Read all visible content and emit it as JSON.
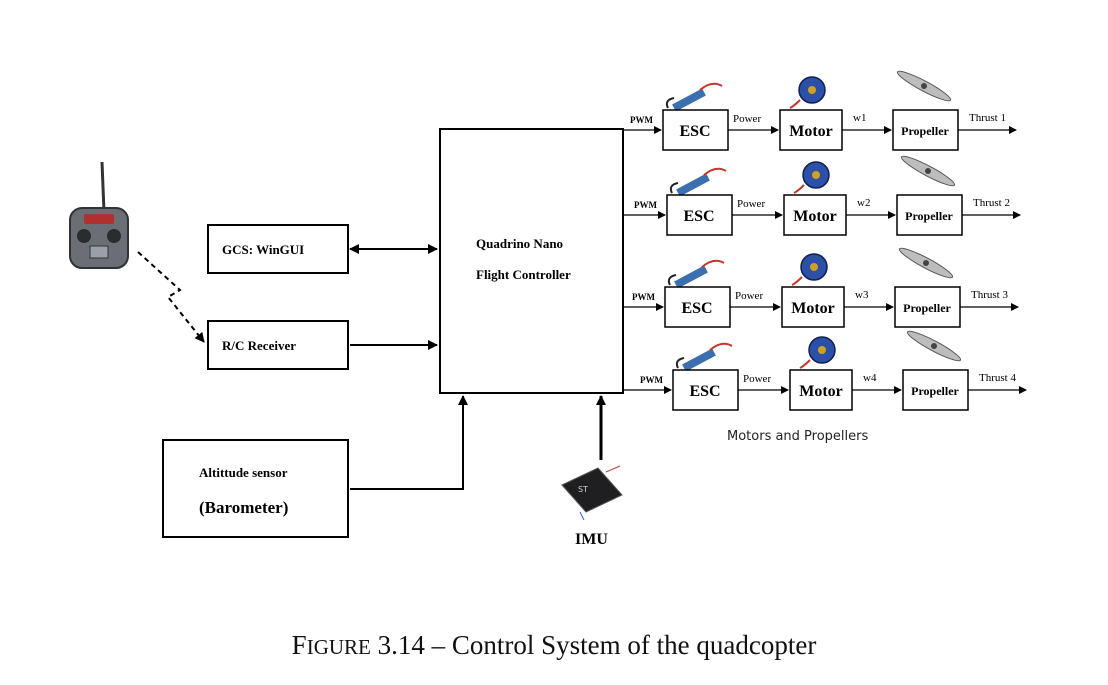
{
  "blocks": {
    "gcs": "GCS: WinGUI",
    "rc_receiver": "R/C Receiver",
    "altitude_line1": "Altittude sensor",
    "altitude_line2": "(Barometer)",
    "fc_line1": "Quadrino Nano",
    "fc_line2": "Flight Controller",
    "imu": "IMU"
  },
  "channels": [
    {
      "pwm": "PWM",
      "esc": "ESC",
      "power": "Power",
      "motor": "Motor",
      "speed": "w1",
      "propeller": "Propeller",
      "thrust": "Thrust 1"
    },
    {
      "pwm": "PWM",
      "esc": "ESC",
      "power": "Power",
      "motor": "Motor",
      "speed": "w2",
      "propeller": "Propeller",
      "thrust": "Thrust 2"
    },
    {
      "pwm": "PWM",
      "esc": "ESC",
      "power": "Power",
      "motor": "Motor",
      "speed": "w3",
      "propeller": "Propeller",
      "thrust": "Thrust 3"
    },
    {
      "pwm": "PWM",
      "esc": "ESC",
      "power": "Power",
      "motor": "Motor",
      "speed": "w4",
      "propeller": "Propeller",
      "thrust": "Thrust 4"
    }
  ],
  "motors_label": "Motors and Propellers",
  "caption": {
    "figure_word_first": "F",
    "figure_word_rest": "IGURE",
    "rest": " 3.14 – Control System of the quadcopter"
  }
}
